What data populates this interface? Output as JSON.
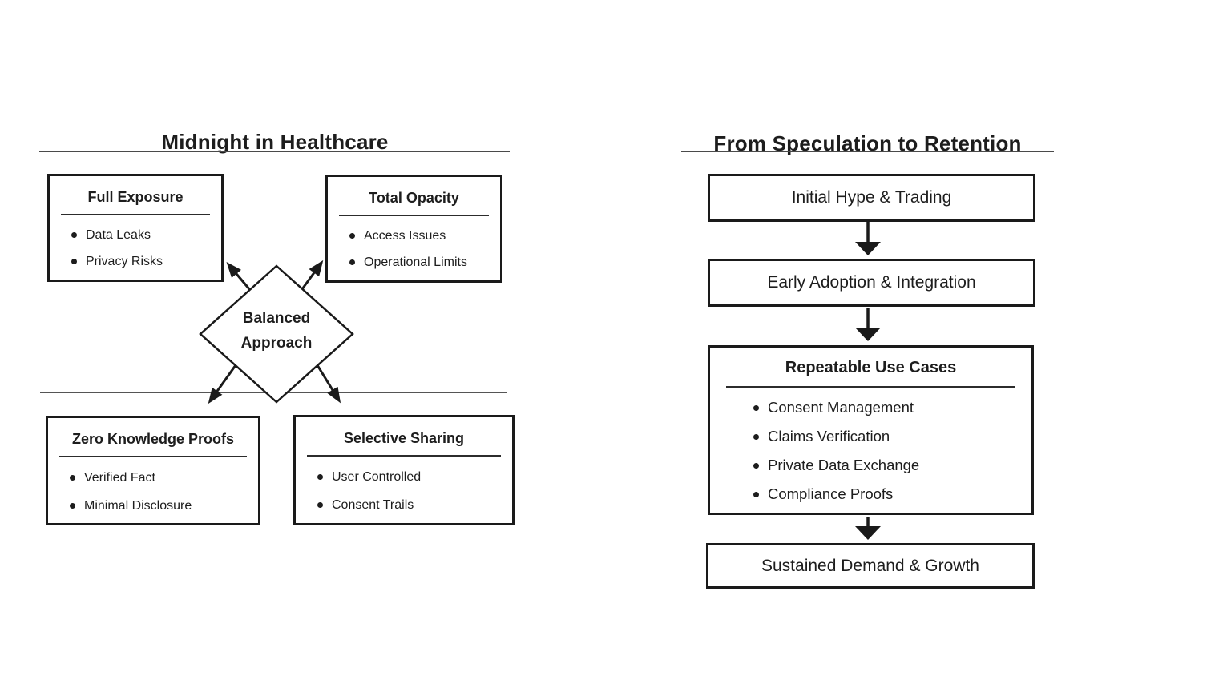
{
  "colors": {
    "background": "#ffffff",
    "ink": "#1d1d1d",
    "box_border": "#1a1a1a",
    "rule": "#4a4a4a"
  },
  "left": {
    "title": "Midnight in Healthcare",
    "diamond": [
      "Balanced",
      "Approach"
    ],
    "boxes": [
      {
        "title": "Full Exposure",
        "bullets": [
          "Data Leaks",
          "Privacy Risks"
        ]
      },
      {
        "title": "Total Opacity",
        "bullets": [
          "Access Issues",
          "Operational Limits"
        ]
      },
      {
        "title": "Zero Knowledge Proofs",
        "bullets": [
          "Verified Fact",
          "Minimal Disclosure"
        ]
      },
      {
        "title": "Selective Sharing",
        "bullets": [
          "User Controlled",
          "Consent Trails"
        ]
      }
    ]
  },
  "right": {
    "title": "From Speculation to Retention",
    "steps": [
      {
        "label": "Initial Hype & Trading"
      },
      {
        "label": "Early Adoption & Integration"
      },
      {
        "label": "Sustained Demand & Growth"
      }
    ],
    "use_cases": {
      "title": "Repeatable Use Cases",
      "bullets": [
        "Consent Management",
        "Claims Verification",
        "Private Data Exchange",
        "Compliance Proofs"
      ]
    }
  }
}
